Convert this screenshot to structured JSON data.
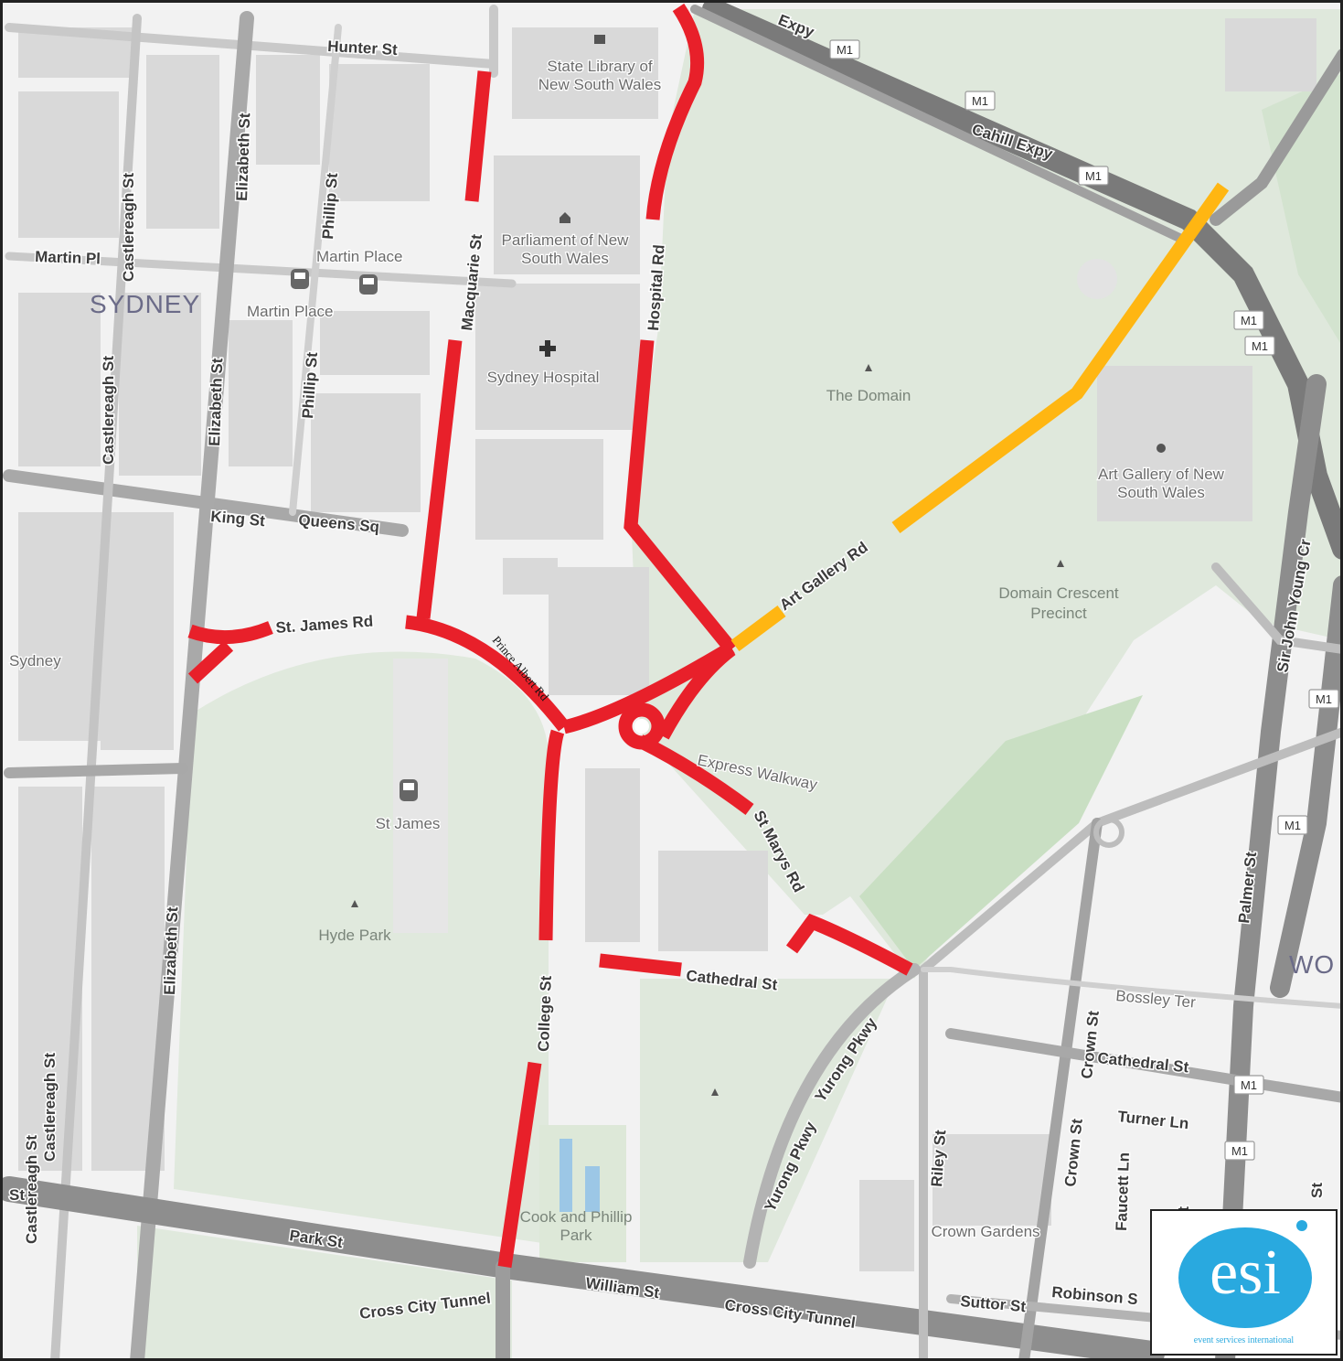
{
  "map": {
    "suburbs": [
      "SYDNEY",
      "WO"
    ],
    "streets": {
      "hunter": "Hunter St",
      "martin_pl": "Martin Pl",
      "castlereagh": "Castlereagh St",
      "elizabeth": "Elizabeth St",
      "phillip": "Phillip St",
      "macquarie": "Macquarie St",
      "hospital": "Hospital Rd",
      "king": "King St",
      "queens_sq": "Queens Sq",
      "st_james_rd": "St. James Rd",
      "prince_albert": "Prince Albert Rd",
      "college": "College St",
      "cathedral": "Cathedral St",
      "st_marys": "St Marys Rd",
      "art_gallery": "Art Gallery Rd",
      "express_walkway": "Express Walkway",
      "park": "Park St",
      "william": "William St",
      "cross_city": "Cross City Tunnel",
      "yurong": "Yurong Pkwy",
      "riley": "Riley St",
      "crown": "Crown St",
      "faucett": "Faucett Ln",
      "suttor": "Suttor St",
      "robinson": "Robinson S",
      "bossley": "Bossley Ter",
      "turner": "Turner Ln",
      "palmer": "Palmer St",
      "sir_john_young": "Sir John Young Cr",
      "cahill": "Cahill Expy",
      "expy": "Expy",
      "st_fragment": "St",
      "sydney_fragment": "Sydney"
    },
    "pois": {
      "state_library": [
        "State Library of",
        "New South Wales"
      ],
      "parliament": [
        "Parliament of New",
        "South Wales"
      ],
      "sydney_hospital": "Sydney Hospital",
      "martin_place_1": "Martin Place",
      "martin_place_2": "Martin Place",
      "st_james": "St James",
      "hyde_park": "Hyde Park",
      "the_domain": "The Domain",
      "art_gallery_nsw": [
        "Art Gallery of New",
        "South Wales"
      ],
      "domain_crescent": [
        "Domain Crescent",
        "Precinct"
      ],
      "cook_phillip": [
        "Cook and Phillip",
        "Park"
      ],
      "crown_gardens": "Crown Gardens"
    },
    "shield_label": "M1",
    "route_colors": {
      "closure": "#e8202a",
      "partial": "#ffb612"
    }
  },
  "logo": {
    "mark": "esi",
    "tagline": "event services international"
  }
}
